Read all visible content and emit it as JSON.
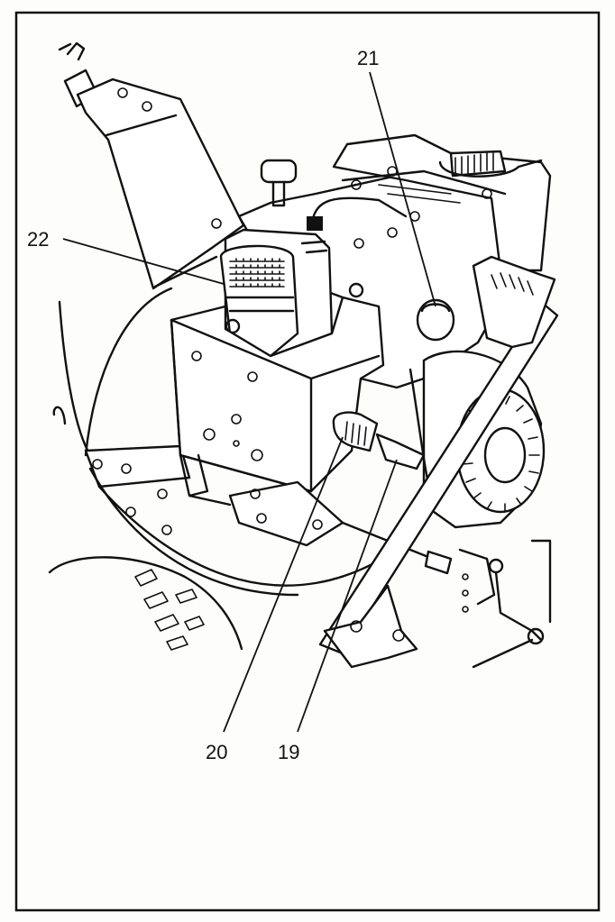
{
  "callouts": [
    {
      "id": "22",
      "label": "22",
      "part": "muffler"
    },
    {
      "id": "21",
      "label": "21",
      "part": "fuel-cap-knob"
    },
    {
      "id": "20",
      "label": "20",
      "part": "throttle-lever"
    },
    {
      "id": "19",
      "label": "19",
      "part": "choke-lever"
    }
  ],
  "colors": {
    "ink": "#111111",
    "paper": "#fdfdfb"
  }
}
